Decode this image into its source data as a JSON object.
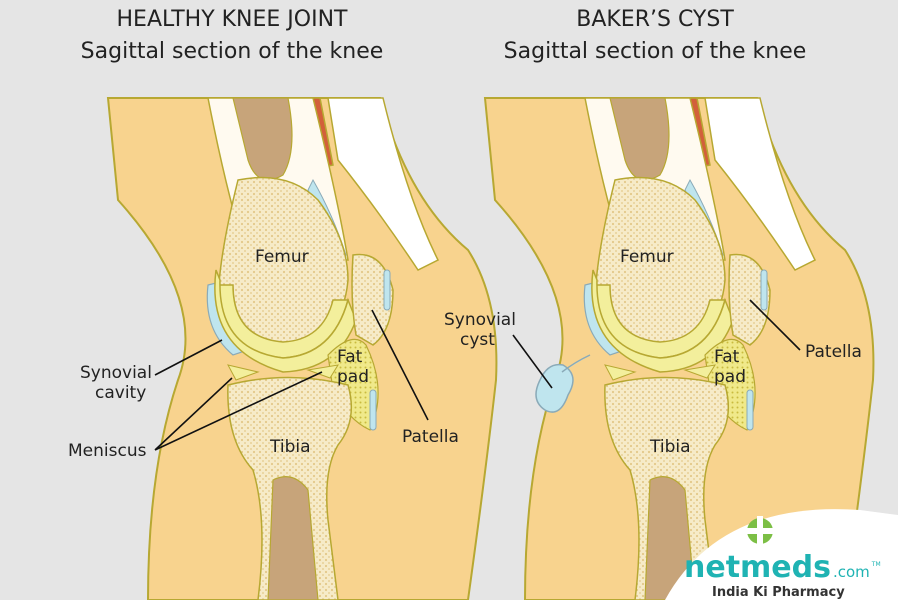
{
  "panels": [
    {
      "title": "HEALTHY KNEE JOINT",
      "subtitle": "Sagittal section of the knee",
      "labels": {
        "femur": "Femur",
        "tibia": "Tibia",
        "fat_pad_1": "Fat",
        "fat_pad_2": "pad",
        "patella": "Patella",
        "synovial_cavity_1": "Synovial",
        "synovial_cavity_2": "cavity",
        "meniscus": "Meniscus"
      }
    },
    {
      "title": "BAKER’S CYST",
      "subtitle": "Sagittal section of the knee",
      "labels": {
        "femur": "Femur",
        "tibia": "Tibia",
        "fat_pad_1": "Fat",
        "fat_pad_2": "pad",
        "patella": "Patella",
        "synovial_cyst_1": "Synovial",
        "synovial_cyst_2": "cyst"
      }
    }
  ],
  "logo": {
    "brand": "netmeds",
    "suffix": ".com",
    "tm": "TM",
    "tagline": "India Ki Pharmacy"
  },
  "colors": {
    "background": "#e5e5e5",
    "skin": "#f8d38e",
    "bone": "#f6ebc8",
    "cartilage": "#f3ef9c",
    "synovial": "#bfe5ee",
    "muscle": "#d2603a",
    "marrow": "#c7a47a",
    "outline": "#b7a832",
    "logo_teal": "#1fb3b3",
    "logo_green": "#7cbf45"
  }
}
